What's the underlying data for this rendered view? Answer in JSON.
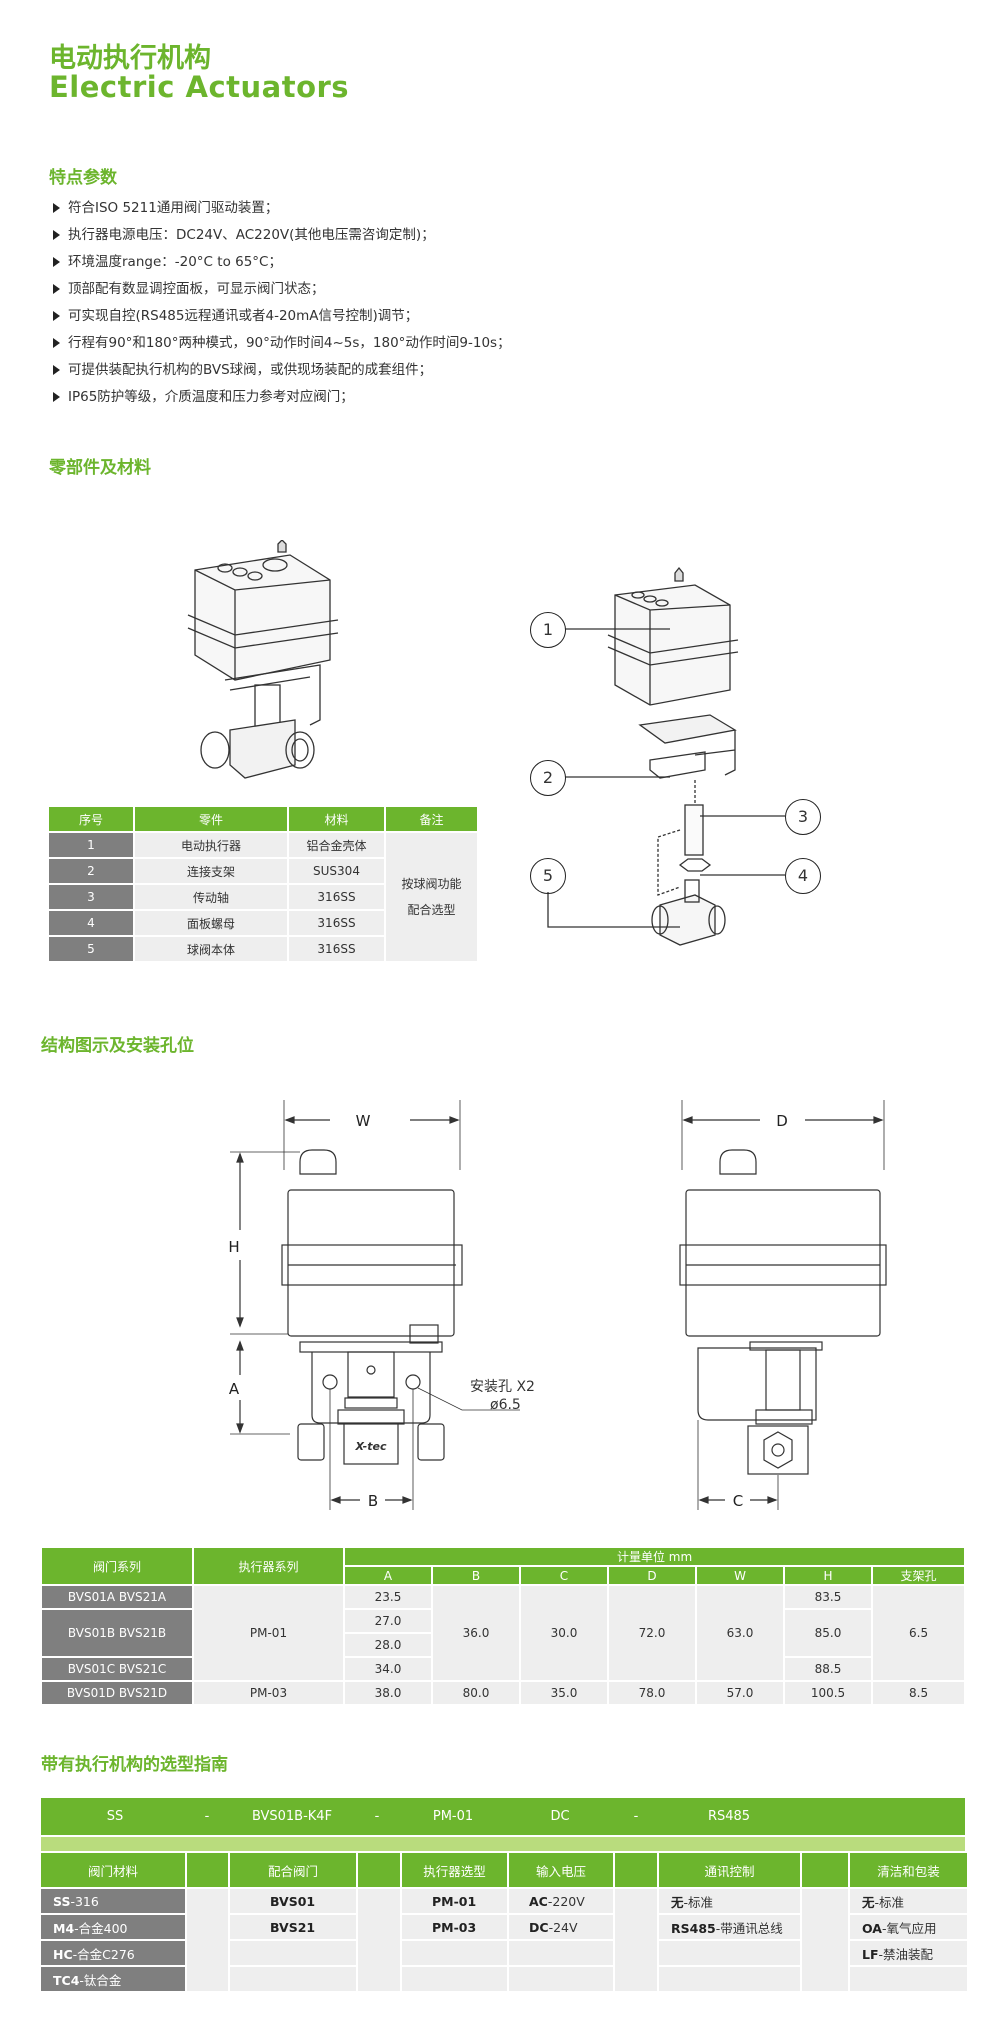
{
  "header": {
    "title_cn": "电动执行机构",
    "title_en": "Electric Actuators"
  },
  "features": {
    "heading": "特点参数",
    "items": [
      "符合ISO 5211通用阀门驱动装置；",
      "执行器电源电压：DC24V、AC220V(其他电压需咨询定制)；",
      "环境温度range：-20°C to 65°C；",
      "顶部配有数显调控面板，可显示阀门状态；",
      "可实现自控(RS485远程通讯或者4-20mA信号控制)调节；",
      "行程有90°和180°两种模式，90°动作时间4~5s，180°动作时间9-10s；",
      "可提供装配执行机构的BVS球阀，或供现场装配的成套组件；",
      "IP65防护等级，介质温度和压力参考对应阀门；"
    ]
  },
  "parts": {
    "heading": "零部件及材料",
    "columns": [
      "序号",
      "零件",
      "材料",
      "备注"
    ],
    "rows": [
      {
        "no": "1",
        "part": "电动执行器",
        "material": "铝合金壳体"
      },
      {
        "no": "2",
        "part": "连接支架",
        "material": "SUS304"
      },
      {
        "no": "3",
        "part": "传动轴",
        "material": "316SS"
      },
      {
        "no": "4",
        "part": "面板螺母",
        "material": "316SS"
      },
      {
        "no": "5",
        "part": "球阀本体",
        "material": "316SS"
      }
    ],
    "remark_line1": "按球阀功能",
    "remark_line2": "配合选型",
    "callouts": [
      "1",
      "2",
      "3",
      "4",
      "5"
    ]
  },
  "structure": {
    "heading": "结构图示及安装孔位",
    "labels": {
      "W": "W",
      "H": "H",
      "A": "A",
      "B": "B",
      "D": "D",
      "C": "C"
    },
    "hole_note": "安装孔 X2",
    "hole_dia": "ø6.5",
    "logo": "X-tec"
  },
  "dimensions": {
    "col_valve": "阀门系列",
    "col_actuator": "执行器系列",
    "unit": "计量单位 mm",
    "subcols": [
      "A",
      "B",
      "C",
      "D",
      "W",
      "H",
      "支架孔"
    ],
    "valves": [
      "BVS01A  BVS21A",
      "BVS01B  BVS21B",
      "BVS01C  BVS21C",
      "BVS01D  BVS21D"
    ],
    "actuators": [
      "PM-01",
      "PM-03"
    ],
    "A": [
      "23.5",
      "27.0",
      "28.0",
      "34.0",
      "38.0"
    ],
    "B": [
      "36.0",
      "80.0"
    ],
    "C": [
      "30.0",
      "35.0"
    ],
    "D": [
      "72.0",
      "78.0"
    ],
    "W": [
      "63.0",
      "57.0"
    ],
    "H": [
      "83.5",
      "85.0",
      "88.5",
      "100.5"
    ],
    "hole": [
      "6.5",
      "8.5"
    ]
  },
  "selection": {
    "heading": "带有执行机构的选型指南",
    "example": [
      "SS",
      "-",
      "BVS01B-K4F",
      "-",
      "PM-01",
      "DC",
      "-",
      "RS485"
    ],
    "columns": [
      "阀门材料",
      "配合阀门",
      "执行器选型",
      "输入电压",
      "通讯控制",
      "清洁和包装"
    ],
    "material": [
      {
        "code": "SS",
        "desc": "-316"
      },
      {
        "code": "M4",
        "desc": "-合金400"
      },
      {
        "code": "HC",
        "desc": "-合金C276"
      },
      {
        "code": "TC4",
        "desc": "-钛合金"
      }
    ],
    "valve": [
      "BVS01",
      "BVS21"
    ],
    "actuator": [
      "PM-01",
      "PM-03"
    ],
    "voltage": [
      {
        "code": "AC",
        "desc": "-220V"
      },
      {
        "code": "DC",
        "desc": "-24V"
      }
    ],
    "comm": [
      {
        "code": "无",
        "desc": "-标准"
      },
      {
        "code": "RS485",
        "desc": "-带通讯总线"
      }
    ],
    "clean": [
      {
        "code": "无",
        "desc": "-标准"
      },
      {
        "code": "OA",
        "desc": "-氧气应用"
      },
      {
        "code": "LF",
        "desc": "-禁油装配"
      }
    ]
  }
}
